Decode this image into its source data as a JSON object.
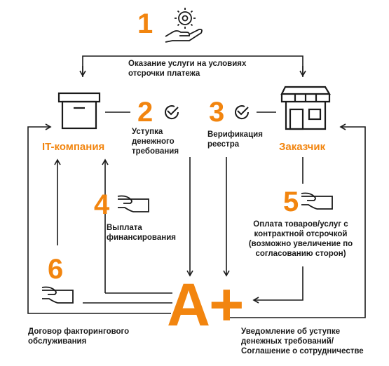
{
  "steps": {
    "s1": {
      "number": "1",
      "text": "Оказание услуги на условиях\nотсрочки платежа"
    },
    "s2": {
      "number": "2",
      "text": "Уступка\nденежного\nтребования"
    },
    "s3": {
      "number": "3",
      "text": "Верификация\nреестра"
    },
    "s4": {
      "number": "4",
      "text": "Выплата\nфинансирования"
    },
    "s5": {
      "number": "5",
      "text": "Оплата товаров/услуг с\nконтрактной отсрочкой\n(возможно увеличение по\nсогласованию сторон)"
    },
    "s6": {
      "number": "6"
    }
  },
  "parties": {
    "it": "IT-компания",
    "customer": "Заказчик",
    "factor": "A+"
  },
  "notes": {
    "contract": "Договор факторингового\nобслуживания",
    "notice": "Уведомление об уступке\nденежных требований/\nСоглашение о сотрудничестве"
  },
  "colors": {
    "accent": "#f2850f",
    "ink": "#1a1a1a"
  },
  "icons": [
    "gear-hand-icon",
    "box-icon",
    "store-icon",
    "check-circle-icon",
    "hand-money-icon"
  ]
}
